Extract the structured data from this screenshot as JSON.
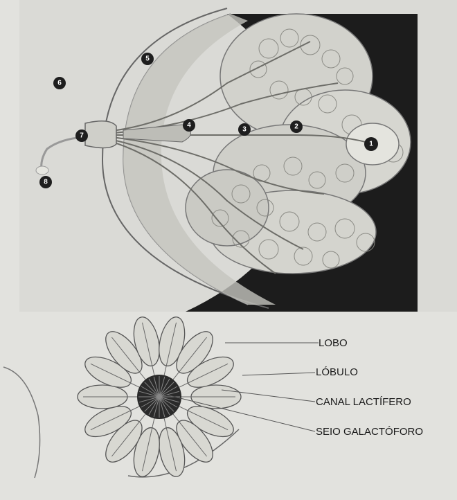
{
  "top_diagram": {
    "markers": [
      {
        "id": "1",
        "label": "1"
      },
      {
        "id": "2",
        "label": "2"
      },
      {
        "id": "3",
        "label": "3"
      },
      {
        "id": "4",
        "label": "4"
      },
      {
        "id": "5",
        "label": "5"
      },
      {
        "id": "6",
        "label": "6"
      },
      {
        "id": "7",
        "label": "7"
      },
      {
        "id": "8",
        "label": "8"
      }
    ]
  },
  "bottom_diagram": {
    "labels": [
      {
        "id": "lobo",
        "text": "LOBO"
      },
      {
        "id": "lobulo",
        "text": "LÓBULO"
      },
      {
        "id": "canal",
        "text": "CANAL LACTÍFERO"
      },
      {
        "id": "seio",
        "text": "SEIO GALACTÓFORO"
      }
    ]
  },
  "colors": {
    "background": "#e2e2de",
    "panel_dark": "#1c1c1c",
    "tissue": "#cfcfcb",
    "marker": "#1e1e1e"
  }
}
